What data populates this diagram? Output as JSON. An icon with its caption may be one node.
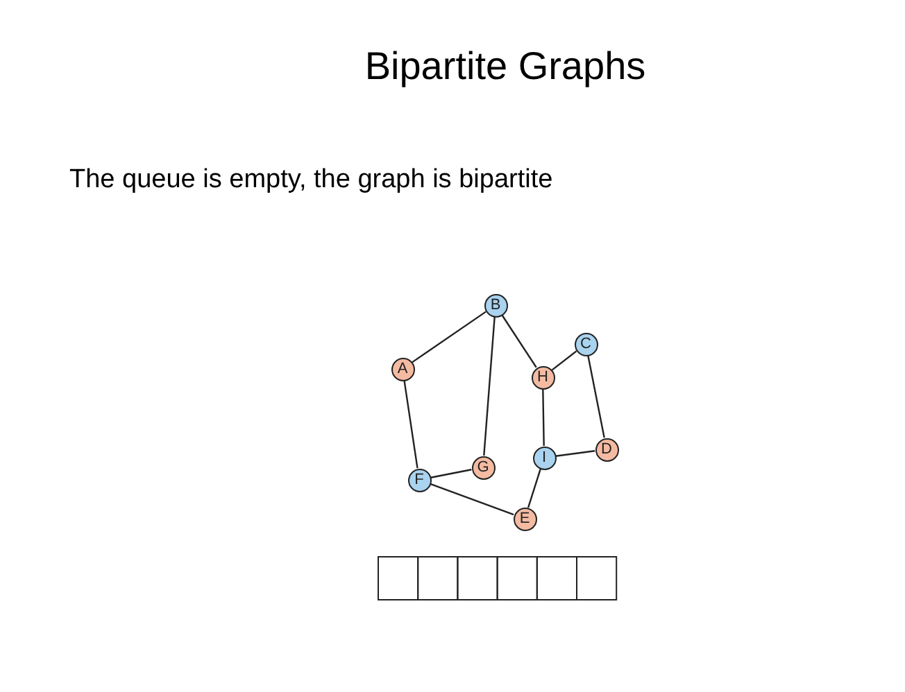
{
  "diagram": {
    "title": "Bipartite Graphs",
    "nodes": [
      {
        "text": [
          "B"
        ]
      },
      {
        "text": [
          "C"
        ]
      },
      {
        "text": [
          "A"
        ]
      },
      {
        "text": [
          "H"
        ]
      },
      {
        "text": [
          "D"
        ]
      },
      {
        "text": [
          "I"
        ]
      },
      {
        "text": [
          "G"
        ]
      },
      {
        "text": [
          "F"
        ]
      },
      {
        "text": [
          "E"
        ]
      }
    ],
    "edges": [
      {
        "from": 2,
        "to": 0,
        "arrow": "none"
      },
      {
        "from": 0,
        "to": 6,
        "arrow": "none"
      },
      {
        "from": 0,
        "to": 3,
        "arrow": "none"
      },
      {
        "from": 2,
        "to": 7,
        "arrow": "none"
      },
      {
        "from": 7,
        "to": 6,
        "arrow": "none"
      },
      {
        "from": 7,
        "to": 8,
        "arrow": "none"
      },
      {
        "from": 8,
        "to": 5,
        "arrow": "none"
      },
      {
        "from": 5,
        "to": 4,
        "arrow": "none"
      },
      {
        "from": 5,
        "to": 3,
        "arrow": "none"
      },
      {
        "from": 3,
        "to": 1,
        "arrow": "none"
      },
      {
        "from": 1,
        "to": 4,
        "arrow": "none"
      }
    ],
    "labels": [
      "The queue is empty, the graph is bipartite"
    ]
  }
}
